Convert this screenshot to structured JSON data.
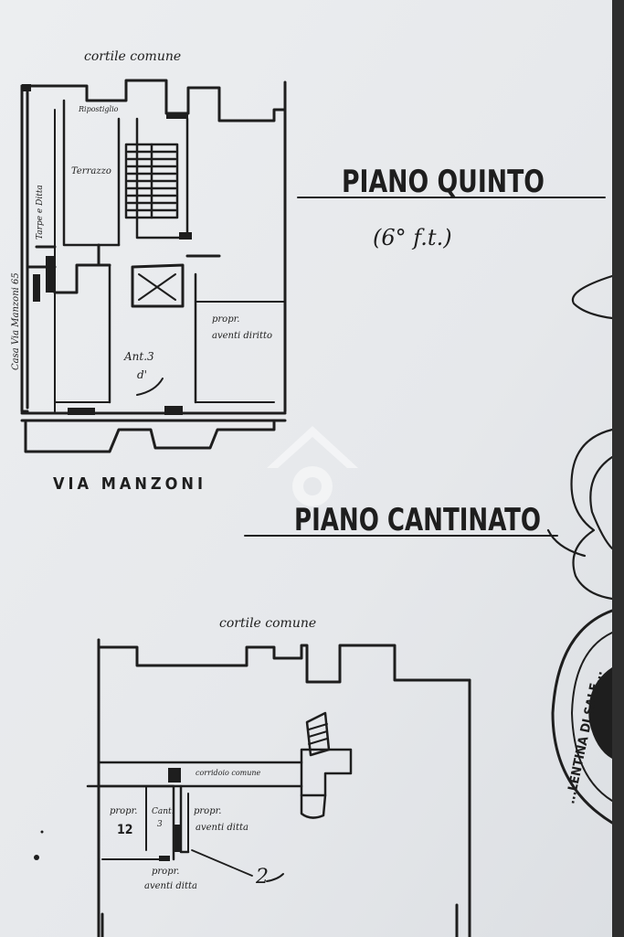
{
  "upper_plan": {
    "courtyard_label": "cortile comune",
    "left_side_label": "Casa Via Manzoni 65",
    "left_side_label_2": "Tarpe e Ditta",
    "room_terrace": "Terrazzo",
    "room_small": "Ripostiglio",
    "neighbor_label_1": "propr.",
    "neighbor_label_2": "aventi diritto",
    "unit_label_1": "Ant.3",
    "unit_label_2": "d'",
    "street_label": "VIA MANZONI"
  },
  "titles": {
    "floor_fifth": "PIANO QUINTO",
    "floor_fifth_sub": "(6° f.t.)",
    "floor_cellar": "PIANO CANTINATO"
  },
  "lower_plan": {
    "courtyard_label": "cortile comune",
    "corridor_label": "corridoio comune",
    "cell_1_label_1": "propr.",
    "cell_1_label_2": "12",
    "cell_2_label_1": "Cant.",
    "cell_2_label_2": "3",
    "cell_3_label_1": "propr.",
    "cell_3_label_2": "aventi ditta",
    "bottom_label_1": "propr.",
    "bottom_label_2": "aventi ditta",
    "mark_label": "2"
  },
  "stamp": {
    "text": "...LENTINA DI SALE..."
  },
  "colors": {
    "paper": "#e8eaec",
    "ink": "#1e1e1e",
    "dark_edge": "#2e2e2e"
  }
}
